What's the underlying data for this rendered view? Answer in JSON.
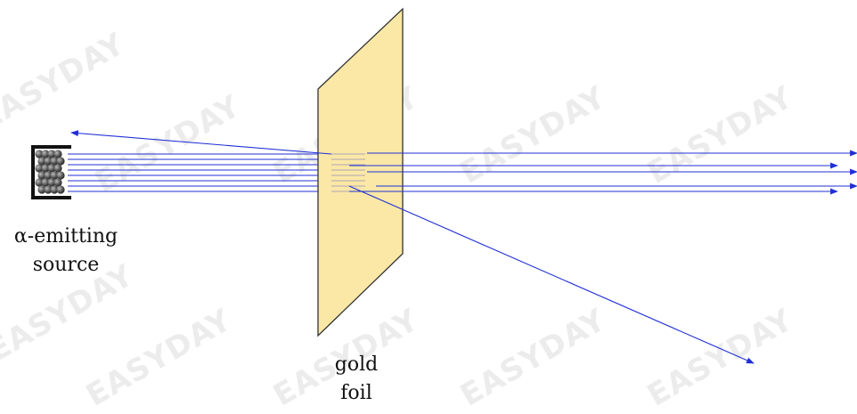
{
  "labels": {
    "source_line1": "α-emitting",
    "source_line2": "source",
    "foil_line1": "gold",
    "foil_line2": "foil"
  },
  "watermark": {
    "text": "EASYDAY"
  },
  "colors": {
    "beam": "#1f2fd6",
    "foil_fill": "#fbe8a6",
    "foil_stroke": "#333333",
    "source_box": "#111111",
    "particles": "#444444"
  }
}
